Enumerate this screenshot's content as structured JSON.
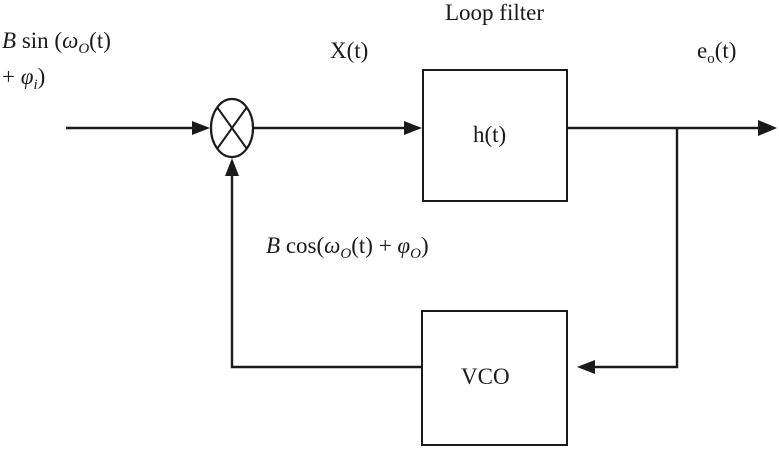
{
  "diagram": {
    "input_signal": {
      "line1_prefix": "B",
      "line1_func": " sin (",
      "line1_omega": "ω",
      "line1_omega_sub": "O",
      "line1_tail": "(t)",
      "line2_plus": "+ ",
      "line2_phi": "φ",
      "line2_phi_sub": "i",
      "line2_close": ")"
    },
    "mixer_output_label": "X(t)",
    "loop_filter": {
      "title": "Loop filter",
      "block_label": "h(t)"
    },
    "output_label": {
      "main": "e",
      "sub": "o",
      "tail": "(t)"
    },
    "feedback_signal": {
      "prefix": "B",
      "func": " cos(",
      "omega": "ω",
      "omega_sub": "O",
      "mid": "(t) + ",
      "phi": "φ",
      "phi_sub": "O",
      "close": ")"
    },
    "vco_label": "VCO",
    "mixer_symbol": "⊗"
  }
}
